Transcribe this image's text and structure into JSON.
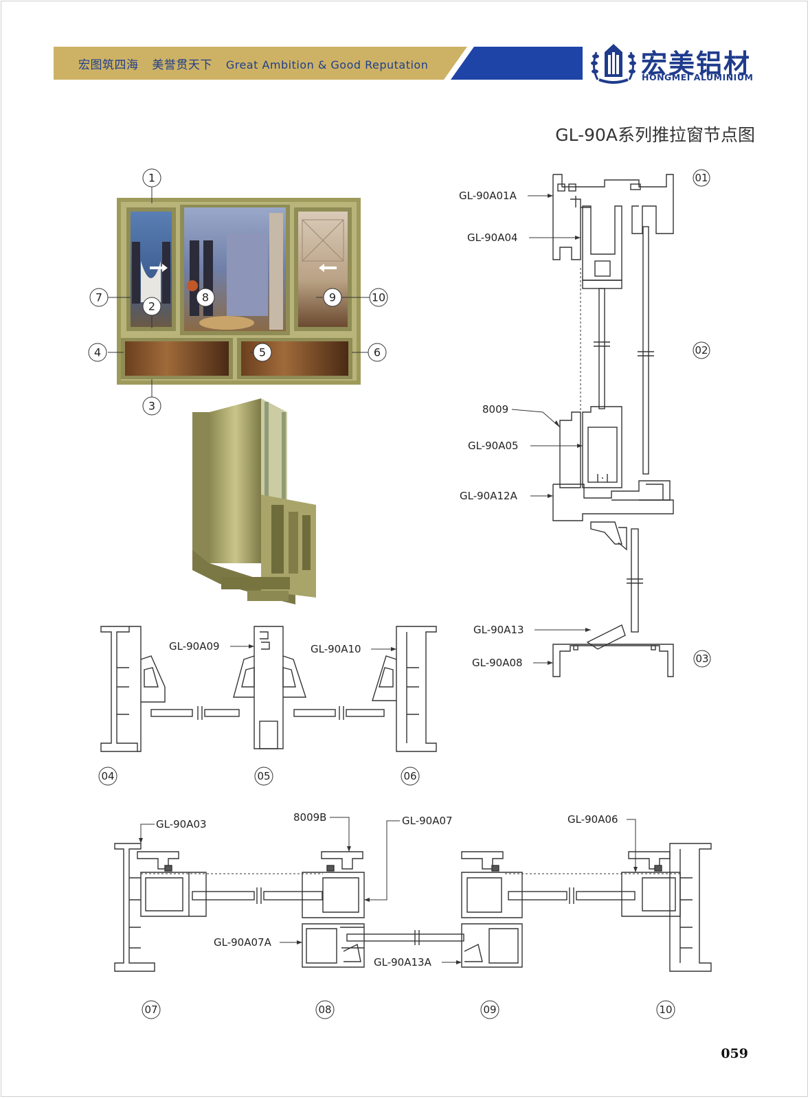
{
  "header": {
    "slogan_cn_1": "宏图筑四海",
    "slogan_cn_2": "美誉贯天下",
    "slogan_en": "Great Ambition & Good Reputation",
    "brand_cn": "宏美铝材",
    "brand_en": "HONGMEI ALUMINIUM",
    "gold_color": "#cdb265",
    "blue_color": "#1f44a8"
  },
  "title": "GL-90A系列推拉窗节点图",
  "window_photo": {
    "callouts": [
      "1",
      "2",
      "3",
      "4",
      "5",
      "6",
      "7",
      "8",
      "9",
      "10"
    ]
  },
  "vertical_section": {
    "node_labels": [
      "01",
      "02",
      "03"
    ],
    "parts": [
      "GL-90A01A",
      "GL-90A04",
      "8009",
      "GL-90A05",
      "GL-90A12A",
      "GL-90A13",
      "GL-90A08"
    ]
  },
  "mid_section": {
    "node_labels": [
      "04",
      "05",
      "06"
    ],
    "parts": [
      "GL-90A09",
      "GL-90A10"
    ]
  },
  "bottom_section": {
    "node_labels": [
      "07",
      "08",
      "09",
      "10"
    ],
    "parts": [
      "GL-90A03",
      "8009B",
      "GL-90A07",
      "GL-90A06",
      "GL-90A07A",
      "GL-90A13A"
    ]
  },
  "page_number": "059"
}
